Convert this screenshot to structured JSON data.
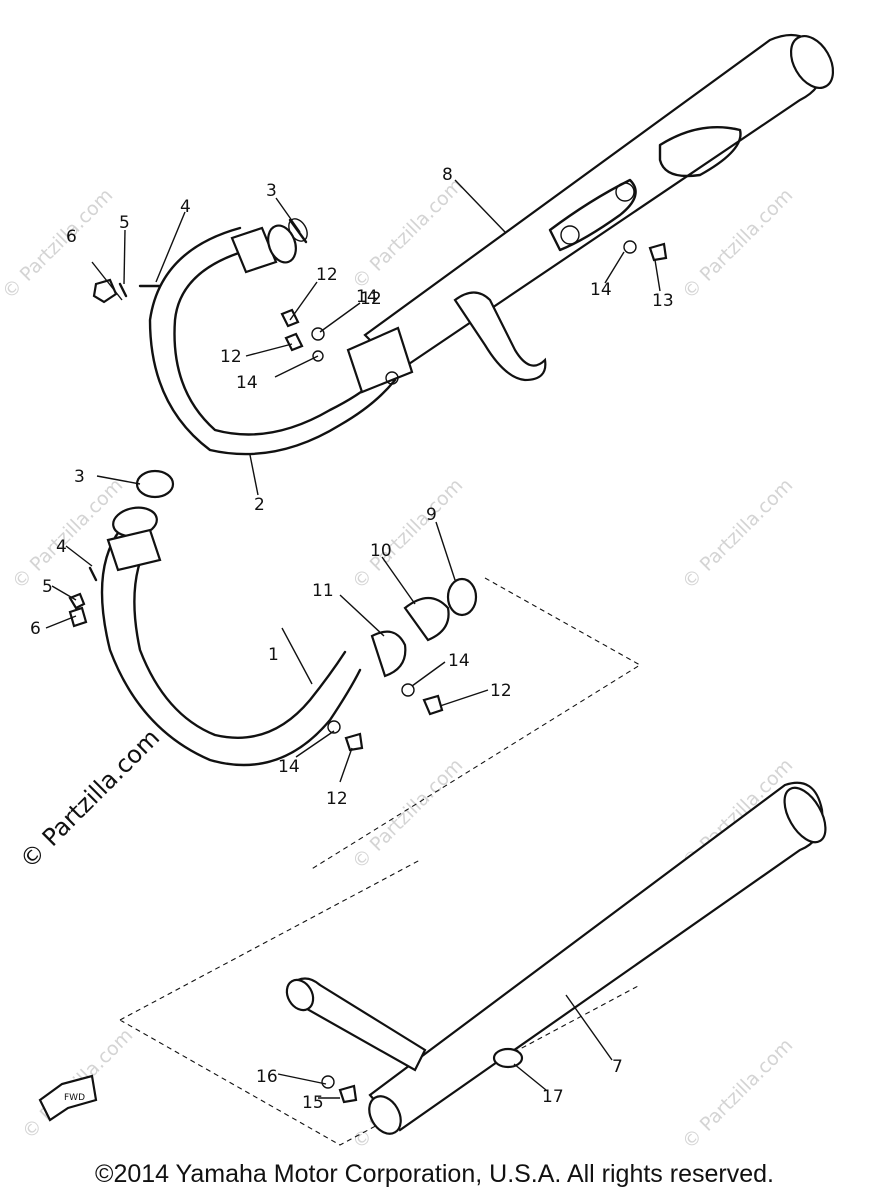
{
  "diagram": {
    "labels": [
      "1",
      "2",
      "3",
      "3",
      "4",
      "4",
      "5",
      "5",
      "6",
      "6",
      "7",
      "8",
      "9",
      "10",
      "11",
      "12",
      "12",
      "12",
      "12",
      "12",
      "13",
      "14",
      "14",
      "14",
      "14",
      "14",
      "15",
      "16",
      "17"
    ],
    "watermark_text": "© Partzilla.com",
    "watermark_large_text": "© Partzilla.com",
    "copyright": "©2014 Yamaha Motor Corporation, U.S.A. All rights reserved.",
    "front_marker": "FWD"
  }
}
